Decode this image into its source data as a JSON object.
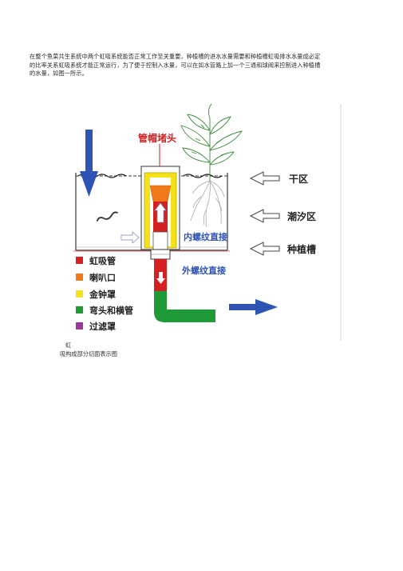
{
  "paragraph": {
    "lines": [
      "在整个鱼菜共生系统中两个虹吸系统能否正常工作至关重要，种植槽的进水水量需要和种植槽虹吸排水水量成必定",
      "的比率关系虹吸系统才能正常运行，为了便于控制入水量，可以在如水管路上加一个三通和球阀来控制进入种植槽",
      "的水量，如图一所示。"
    ]
  },
  "figure": {
    "labels": {
      "cap": "管帽堵头",
      "dry": "干区",
      "tidal": "潮汐区",
      "bed": "种植槽",
      "inner": "内螺纹直接",
      "outer": "外螺纹直接"
    },
    "legend": [
      {
        "label": "虹吸管",
        "color": "#d42020"
      },
      {
        "label": "喇叭口",
        "color": "#f07a1a"
      },
      {
        "label": "金钟罩",
        "color": "#f5e11a"
      },
      {
        "label": "弯头和横管",
        "color": "#1e9a38"
      },
      {
        "label": "过滤罩",
        "color": "#9a3a9a"
      }
    ]
  },
  "caption": {
    "line1": "虹",
    "line2": "吸构成部分切面表示图"
  }
}
